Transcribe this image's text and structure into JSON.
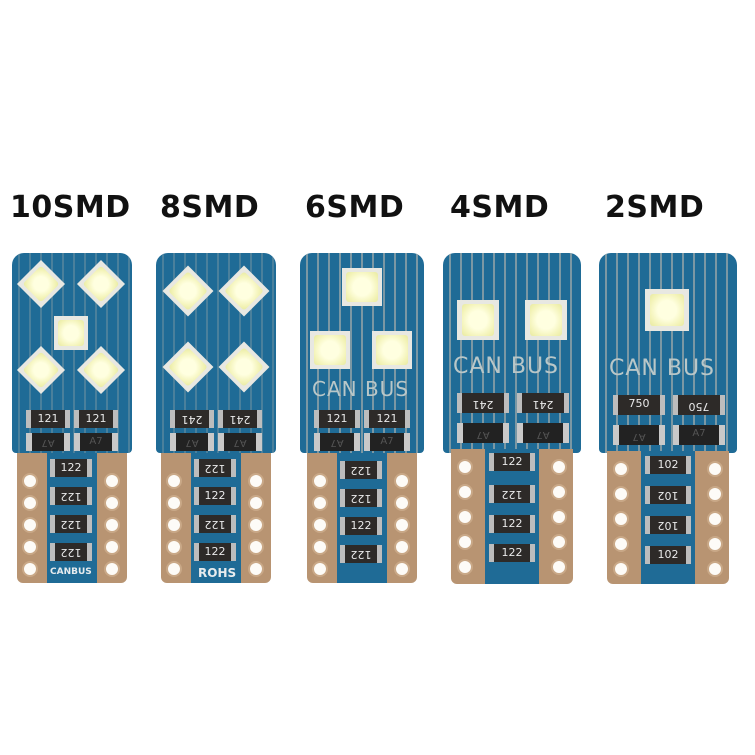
{
  "image_description": "Product photo of five T10 CAN-bus LED bulb circuit boards side by side on white background, labeled by SMD LED count",
  "labels": [
    "10SMD",
    "8SMD",
    "6SMD",
    "4SMD",
    "2SMD"
  ],
  "colors": {
    "background": "#ffffff",
    "pcb_blue": "#1f6b96",
    "copper_base": "#b89472",
    "led_white": "#f3f3b8",
    "resistor_body": "#2d2a28",
    "silkscreen": "#b9c7c8"
  },
  "bulbs": [
    {
      "label": "10SMD",
      "led_count_visible": 5,
      "silkscreen_text": "",
      "bottom_text": "CANBUS",
      "top_resistors": [
        "121",
        "121"
      ],
      "diode_marks": [
        "A7",
        "A7"
      ],
      "base_resistors": [
        "122",
        "122",
        "122",
        "122"
      ]
    },
    {
      "label": "8SMD",
      "led_count_visible": 4,
      "silkscreen_text": "",
      "bottom_text": "ROHS",
      "top_resistors": [
        "241",
        "241"
      ],
      "diode_marks": [
        "A7",
        "A7"
      ],
      "base_resistors": [
        "122",
        "122",
        "122",
        "122"
      ]
    },
    {
      "label": "6SMD",
      "led_count_visible": 3,
      "silkscreen_text": "CAN BUS",
      "bottom_text": "",
      "top_resistors": [
        "121",
        "121"
      ],
      "diode_marks": [
        "A7",
        "A7"
      ],
      "base_resistors": [
        "122",
        "122",
        "122",
        "122"
      ]
    },
    {
      "label": "4SMD",
      "led_count_visible": 2,
      "silkscreen_text": "CAN BUS",
      "bottom_text": "",
      "top_resistors": [
        "241",
        "241"
      ],
      "diode_marks": [
        "A7",
        "A7"
      ],
      "base_resistors": [
        "122",
        "122",
        "122",
        "122"
      ]
    },
    {
      "label": "2SMD",
      "led_count_visible": 1,
      "silkscreen_text": "CAN BUS",
      "bottom_text": "",
      "top_resistors": [
        "750",
        "750"
      ],
      "diode_marks": [
        "A7",
        "A7"
      ],
      "base_resistors": [
        "102",
        "102",
        "102",
        "102"
      ]
    }
  ]
}
